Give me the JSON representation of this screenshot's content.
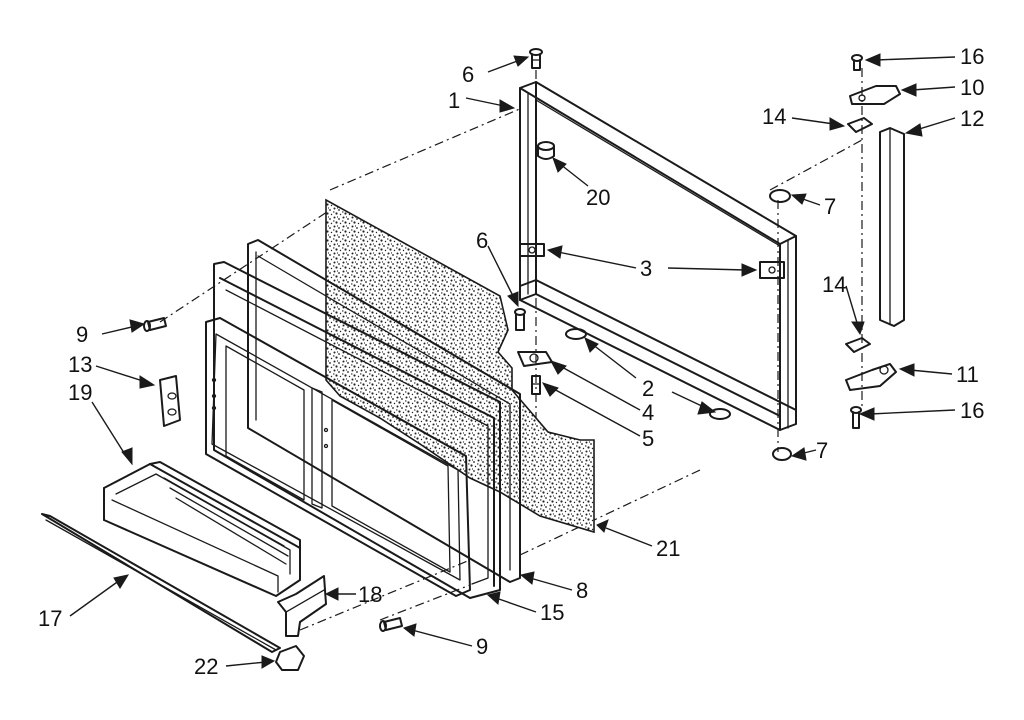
{
  "callouts": [
    {
      "id": "c-6a",
      "text": "6"
    },
    {
      "id": "c-1",
      "text": "1"
    },
    {
      "id": "c-20",
      "text": "20"
    },
    {
      "id": "c-16a",
      "text": "16"
    },
    {
      "id": "c-10",
      "text": "10"
    },
    {
      "id": "c-14a",
      "text": "14"
    },
    {
      "id": "c-12",
      "text": "12"
    },
    {
      "id": "c-7a",
      "text": "7"
    },
    {
      "id": "c-6b",
      "text": "6"
    },
    {
      "id": "c-3",
      "text": "3"
    },
    {
      "id": "c-14b",
      "text": "14"
    },
    {
      "id": "c-9a",
      "text": "9"
    },
    {
      "id": "c-13",
      "text": "13"
    },
    {
      "id": "c-19",
      "text": "19"
    },
    {
      "id": "c-2",
      "text": "2"
    },
    {
      "id": "c-11",
      "text": "11"
    },
    {
      "id": "c-4",
      "text": "4"
    },
    {
      "id": "c-16b",
      "text": "16"
    },
    {
      "id": "c-5",
      "text": "5"
    },
    {
      "id": "c-7b",
      "text": "7"
    },
    {
      "id": "c-21",
      "text": "21"
    },
    {
      "id": "c-17",
      "text": "17"
    },
    {
      "id": "c-18",
      "text": "18"
    },
    {
      "id": "c-8",
      "text": "8"
    },
    {
      "id": "c-15",
      "text": "15"
    },
    {
      "id": "c-9b",
      "text": "9"
    },
    {
      "id": "c-22",
      "text": "22"
    }
  ]
}
